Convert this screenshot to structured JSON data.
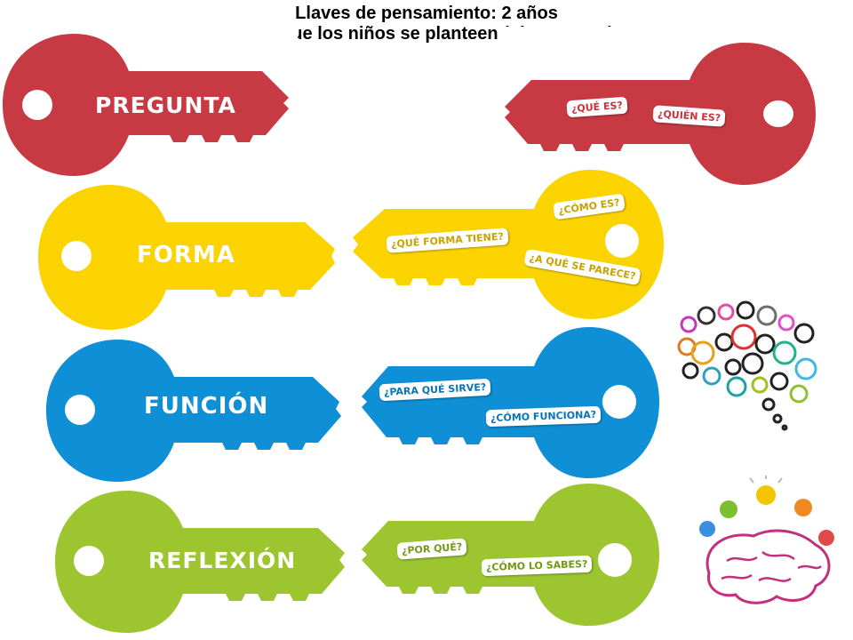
{
  "header": {
    "title": "Llaves de pensamiento: 2 años",
    "subtitle": "Promovemos que los niños se planteen (piensen qué es esto?"
  },
  "keys": [
    {
      "label": "PREGUNTA",
      "questions": [
        "¿QUÉ ES?",
        "¿QUIÉN ES?"
      ],
      "color": "#c73a43"
    },
    {
      "label": "FORMA",
      "questions": [
        "¿CÓMO ES?",
        "¿QUÉ FORMA TIENE?",
        "¿A QUÉ SE PARECE?"
      ],
      "color": "#fbd400"
    },
    {
      "label": "FUNCIÓN",
      "questions": [
        "¿PARA QUÉ SIRVE?",
        "¿CÓMO FUNCIONA?"
      ],
      "color": "#0e8fd6"
    },
    {
      "label": "REFLEXIÓN",
      "questions": [
        "¿POR QUÉ?",
        "¿CÓMO LO SABES?"
      ],
      "color": "#9cc530"
    }
  ],
  "illustrations": [
    "gear-brain-icon",
    "lightbulb-brain-icon"
  ]
}
